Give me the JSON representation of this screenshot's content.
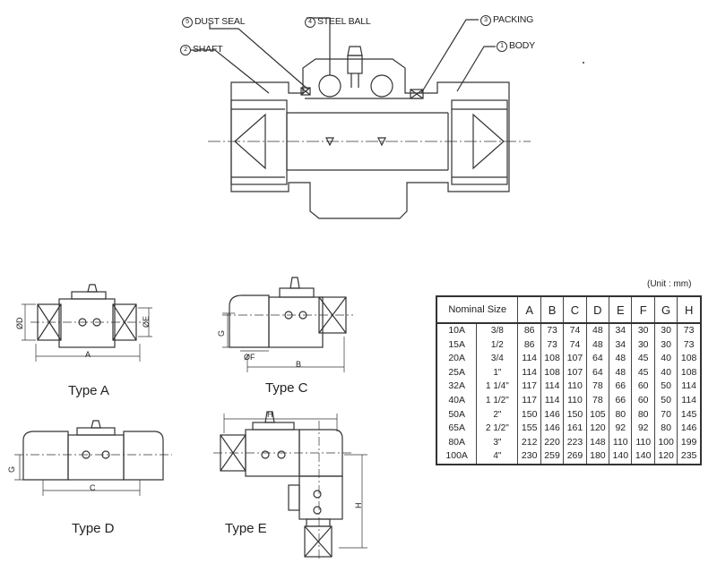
{
  "callouts": {
    "dust_seal": {
      "num": "5",
      "label": "DUST SEAL"
    },
    "steel_ball": {
      "num": "4",
      "label": "STEEL BALL"
    },
    "packing": {
      "num": "3",
      "label": "PACKING"
    },
    "shaft": {
      "num": "2",
      "label": "SHAFT"
    },
    "body": {
      "num": "1",
      "label": "BODY"
    }
  },
  "types": {
    "a": "Type  A",
    "c": "Type  C",
    "d": "Type  D",
    "e": "Type  E"
  },
  "dims": {
    "a_A": "A",
    "a_D": "ØD",
    "a_E": "ØE",
    "c_G": "G",
    "c_F": "ØF",
    "c_B": "B",
    "d_G": "G",
    "d_C": "C",
    "e_H_top": "H",
    "e_H_side": "H"
  },
  "unit": "(Unit : mm)",
  "table": {
    "headers": [
      "Nominal Size",
      "A",
      "B",
      "C",
      "D",
      "E",
      "F",
      "G",
      "H"
    ],
    "rows": [
      [
        "10A",
        "3/8",
        "86",
        "73",
        "74",
        "48",
        "34",
        "30",
        "30",
        "73"
      ],
      [
        "15A",
        "1/2",
        "86",
        "73",
        "74",
        "48",
        "34",
        "30",
        "30",
        "73"
      ],
      [
        "20A",
        "3/4",
        "114",
        "108",
        "107",
        "64",
        "48",
        "45",
        "40",
        "108"
      ],
      [
        "25A",
        "1\"",
        "114",
        "108",
        "107",
        "64",
        "48",
        "45",
        "40",
        "108"
      ],
      [
        "32A",
        "1 1/4\"",
        "117",
        "114",
        "110",
        "78",
        "66",
        "60",
        "50",
        "114"
      ],
      [
        "40A",
        "1 1/2\"",
        "117",
        "114",
        "110",
        "78",
        "66",
        "60",
        "50",
        "114"
      ],
      [
        "50A",
        "2\"",
        "150",
        "146",
        "150",
        "105",
        "80",
        "80",
        "70",
        "145"
      ],
      [
        "65A",
        "2 1/2\"",
        "155",
        "146",
        "161",
        "120",
        "92",
        "92",
        "80",
        "146"
      ],
      [
        "80A",
        "3\"",
        "212",
        "220",
        "223",
        "148",
        "110",
        "110",
        "100",
        "199"
      ],
      [
        "100A",
        "4\"",
        "230",
        "259",
        "269",
        "180",
        "140",
        "140",
        "120",
        "235"
      ]
    ]
  }
}
